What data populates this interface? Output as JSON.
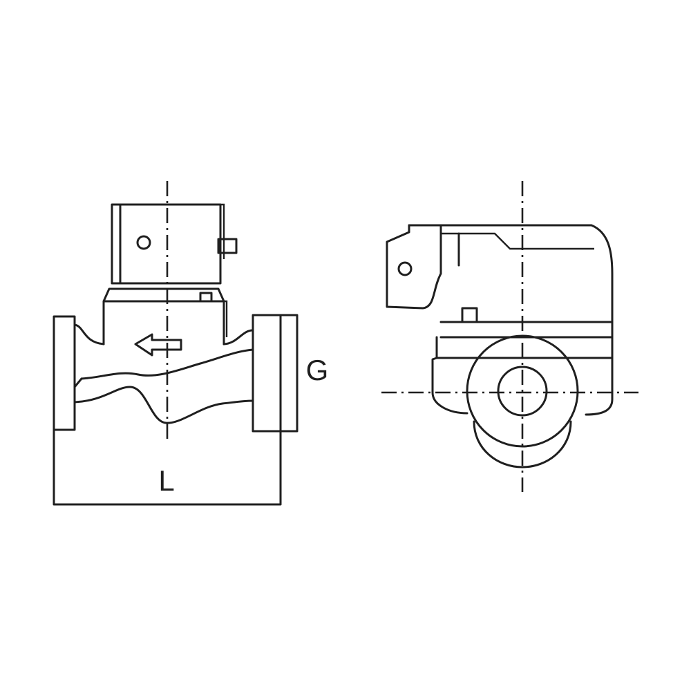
{
  "labels": {
    "length": "L",
    "connection": "G"
  },
  "views": [
    "front-view",
    "side-view"
  ],
  "line_color": "#1f1f1f",
  "background": "#ffffff"
}
